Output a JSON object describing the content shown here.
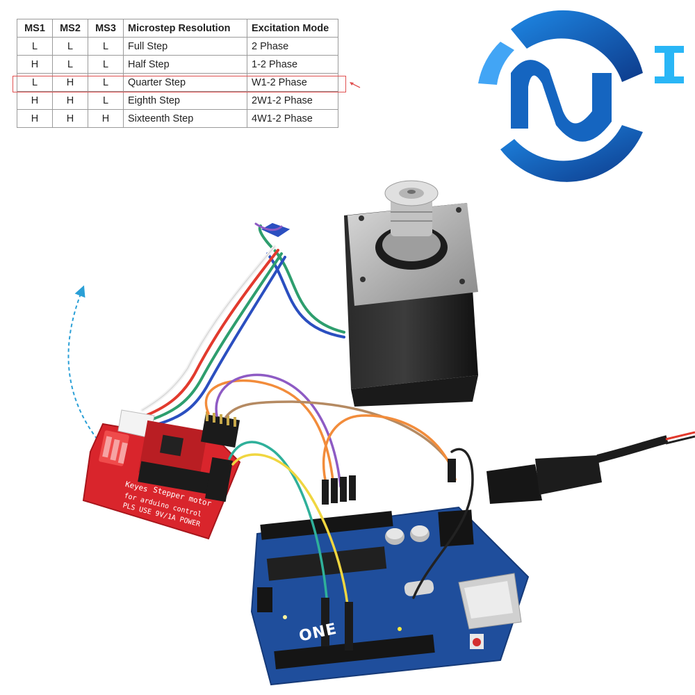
{
  "microstep_table": {
    "headers": [
      "MS1",
      "MS2",
      "MS3",
      "Microstep Resolution",
      "Excitation Mode"
    ],
    "rows": [
      [
        "L",
        "L",
        "L",
        "Full Step",
        "2 Phase"
      ],
      [
        "H",
        "L",
        "L",
        "Half Step",
        "1-2 Phase"
      ],
      [
        "L",
        "H",
        "L",
        "Quarter Step",
        "W1-2 Phase"
      ],
      [
        "H",
        "H",
        "L",
        "Eighth Step",
        "2W1-2 Phase"
      ],
      [
        "H",
        "H",
        "H",
        "Sixteenth Step",
        "4W1-2 Phase"
      ]
    ],
    "highlighted_row": 2,
    "highlight_color": "#e05050"
  },
  "logo": {
    "primary_color": "#1565c0",
    "accent_color": "#29b6f6",
    "letter": "I"
  },
  "driver_board": {
    "label_line1": "Keyes",
    "label_line2": "Stepper motor",
    "label_line3": "for arduino control",
    "label_line4": "PLS USE 9V/1A POWER",
    "board_color": "#d9252c"
  },
  "arduino": {
    "board_label": "ONE",
    "board_color": "#1f4e9c"
  },
  "wire_colors": {
    "green": "#2e9e6e",
    "white": "#f1f1f1",
    "red": "#e23a2d",
    "blue": "#2b4fc0",
    "orange": "#f28c3b",
    "purple": "#8e5bc4",
    "tan": "#b58a62",
    "teal": "#2fb09a",
    "yellow": "#f0d640",
    "black": "#222222"
  }
}
